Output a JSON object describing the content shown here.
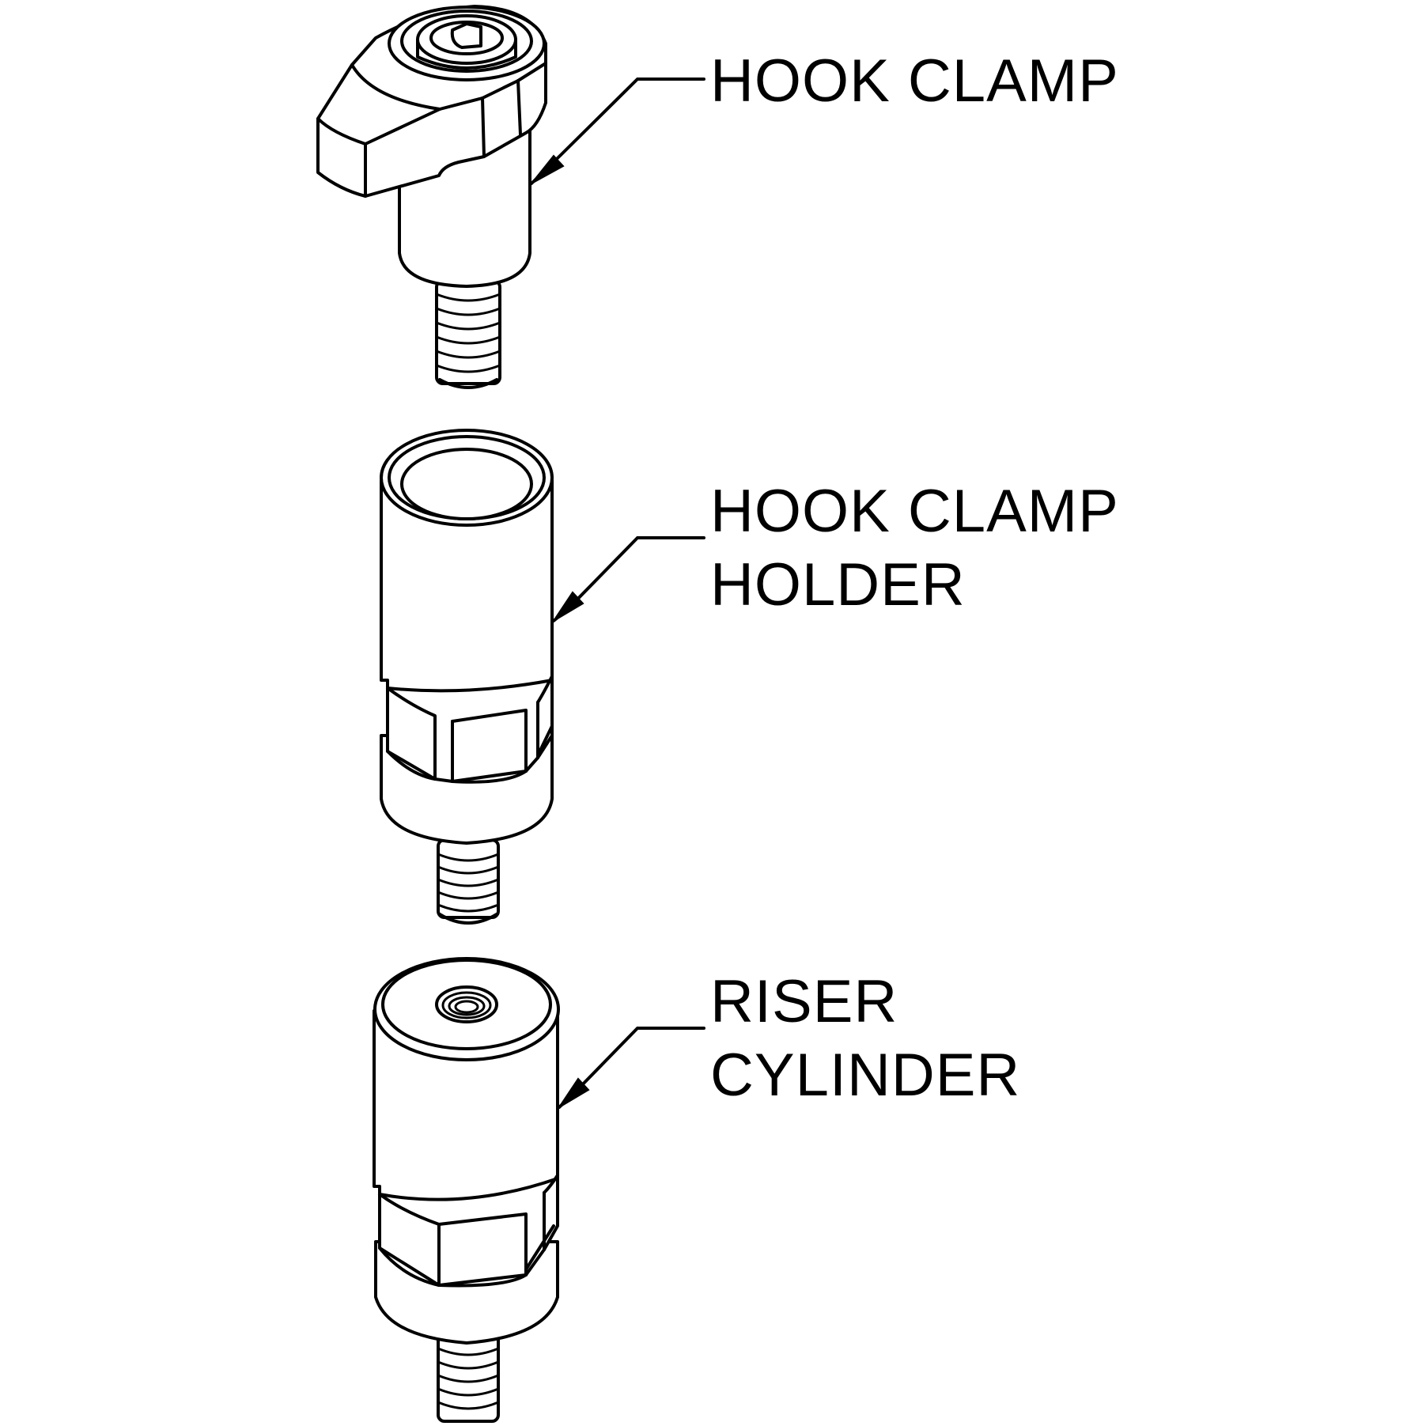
{
  "labels": {
    "hook_clamp": "HOOK CLAMP",
    "hook_clamp_holder_line1": "HOOK CLAMP",
    "hook_clamp_holder_line2": "HOLDER",
    "riser_cylinder_line1": "RISER",
    "riser_cylinder_line2": "CYLINDER"
  },
  "colors": {
    "stroke": "#000000",
    "background": "#ffffff"
  }
}
